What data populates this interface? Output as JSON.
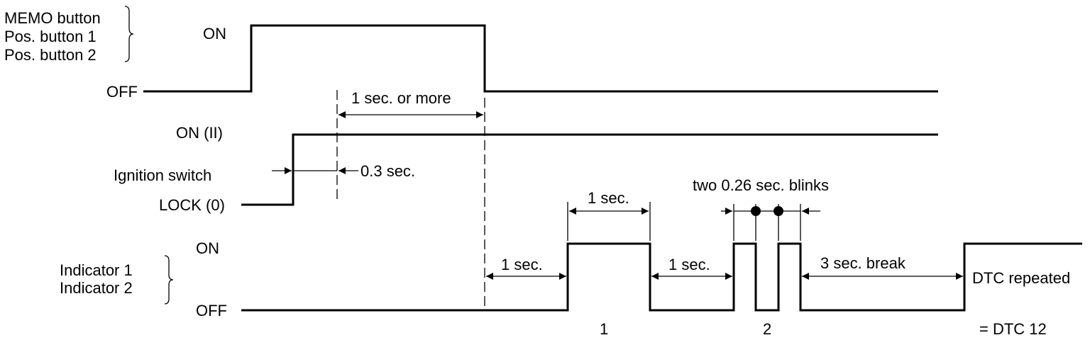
{
  "labels": {
    "memo_button": "MEMO button",
    "pos_button_1": "Pos. button 1",
    "pos_button_2": "Pos. button 2",
    "buttons_on": "ON",
    "buttons_off": "OFF",
    "ignition_on": "ON (II)",
    "ignition_switch": "Ignition switch",
    "ignition_lock": "LOCK (0)",
    "indicator_on": "ON",
    "indicator_1": "Indicator 1",
    "indicator_2": "Indicator 2",
    "indicator_off": "OFF"
  },
  "annotations": {
    "one_sec_or_more": "1 sec. or more",
    "zero_three_sec": "0.3 sec.",
    "one_sec_pulse": "1 sec.",
    "one_sec_before": "1 sec.",
    "one_sec_gap": "1 sec.",
    "two_blinks": "two 0.26 sec. blinks",
    "three_sec_break": "3 sec. break",
    "dtc_repeated": "DTC repeated",
    "pulse_group_1": "1",
    "pulse_group_2": "2",
    "dtc_code": "= DTC 12"
  }
}
